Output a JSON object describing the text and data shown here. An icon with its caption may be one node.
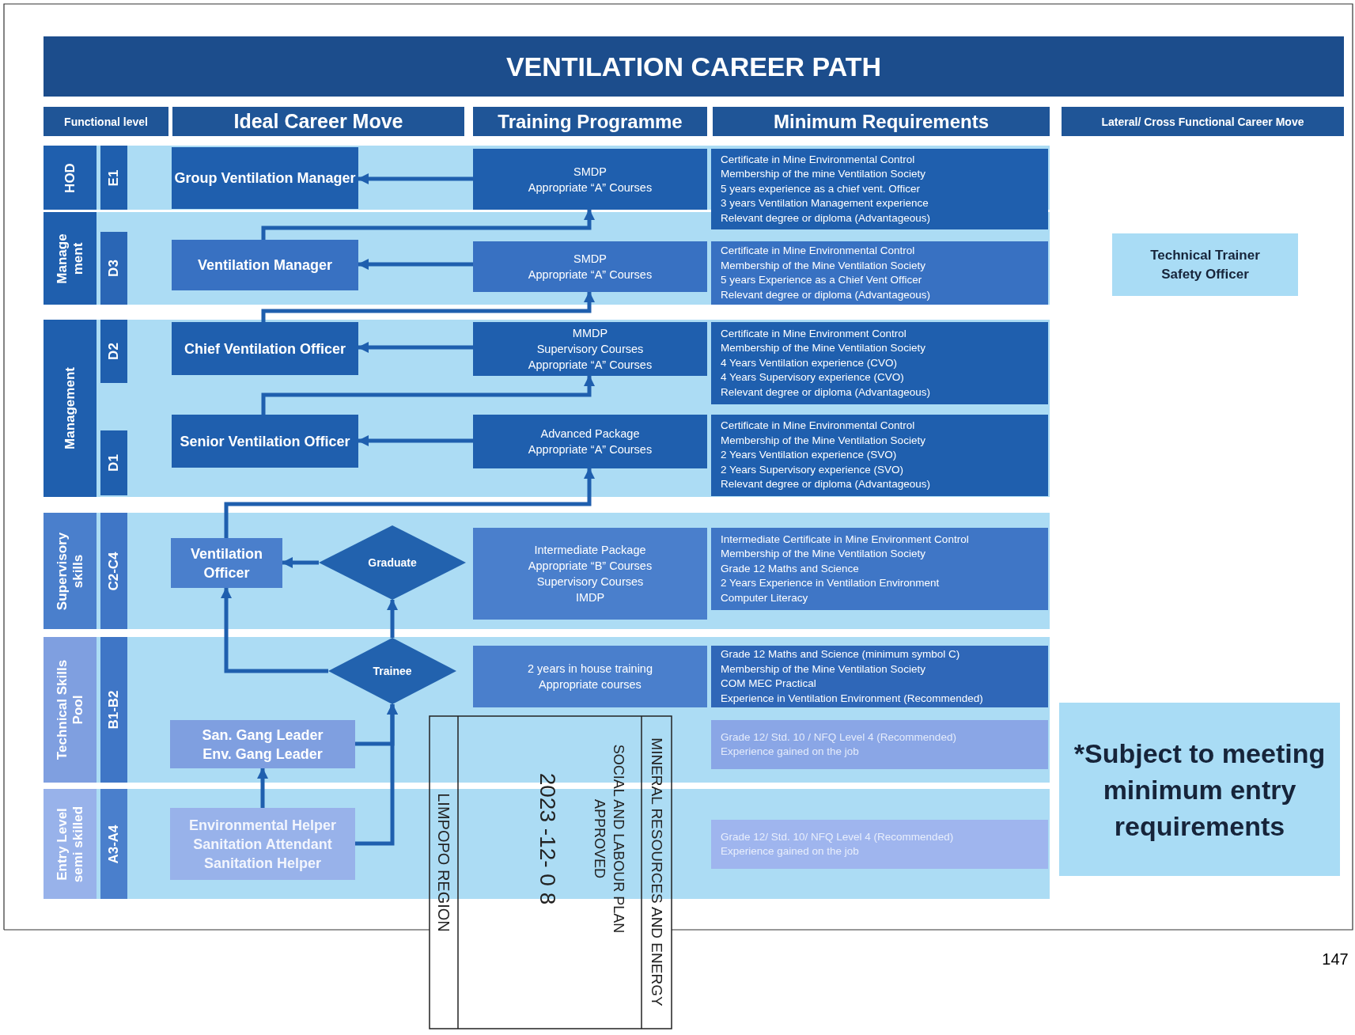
{
  "diagram": {
    "title": "VENTILATION CAREER PATH",
    "nodes": [
      {
        "text": [
          "Functional level"
        ]
      },
      {
        "text": [
          "Ideal Career Move"
        ]
      },
      {
        "text": [
          "Training Programme"
        ]
      },
      {
        "text": [
          "Minimum Requirements"
        ]
      },
      {
        "text": [
          "Lateral/ Cross Functional Career Move"
        ]
      },
      {
        "text": [
          "HOD"
        ]
      },
      {
        "text": [
          "E1"
        ]
      },
      {
        "text": [
          "Group Ventilation Manager"
        ]
      },
      {
        "text": [
          "SMDP",
          "Appropriate “A” Courses"
        ]
      },
      {
        "text": [
          "Certificate in Mine Environmental Control",
          "Membership of the mine Ventilation Society",
          "5 years experience as a chief vent. Officer",
          "3 years Ventilation Management experience",
          "Relevant degree or diploma (Advantageous)"
        ]
      },
      {
        "text": [
          "Manage ment"
        ]
      },
      {
        "text": [
          "D3"
        ]
      },
      {
        "text": [
          "Ventilation Manager"
        ]
      },
      {
        "text": [
          "SMDP",
          "Appropriate “A” Courses"
        ]
      },
      {
        "text": [
          "Certificate in Mine Environmental Control",
          "Membership of the Mine Ventilation Society",
          "5 years Experience as a Chief Vent Officer",
          "Relevant degree or diploma (Advantageous)"
        ]
      },
      {
        "text": [
          "Technical Trainer",
          "Safety Officer"
        ]
      },
      {
        "text": [
          "Management"
        ]
      },
      {
        "text": [
          "D2"
        ]
      },
      {
        "text": [
          "Chief Ventilation Officer"
        ]
      },
      {
        "text": [
          "MMDP",
          "Supervisory Courses",
          "Appropriate “A” Courses"
        ]
      },
      {
        "text": [
          "Certificate in Mine Environment Control",
          "Membership of the Mine Ventilation Society",
          "4 Years Ventilation experience (CVO)",
          "4 Years Supervisory experience (CVO)",
          "Relevant degree or diploma (Advantageous)"
        ]
      },
      {
        "text": [
          "D1"
        ]
      },
      {
        "text": [
          "Senior Ventilation Officer"
        ]
      },
      {
        "text": [
          "Advanced Package",
          "Appropriate “A” Courses"
        ]
      },
      {
        "text": [
          "Certificate in Mine Environmental Control",
          "Membership of the Mine Ventilation Society",
          "2 Years Ventilation experience (SVO)",
          "2 Years Supervisory experience (SVO)",
          "Relevant degree or diploma (Advantageous)"
        ]
      },
      {
        "text": [
          "Supervisory skills"
        ]
      },
      {
        "text": [
          "C2-C4"
        ]
      },
      {
        "text": [
          "Ventilation Officer"
        ]
      },
      {
        "text": [
          "Graduate"
        ]
      },
      {
        "text": [
          "Intermediate Package",
          "Appropriate “B” Courses",
          "Supervisory Courses",
          "IMDP"
        ]
      },
      {
        "text": [
          "Intermediate Certificate in Mine Environment Control",
          "Membership of the Mine Ventilation Society",
          "Grade 12 Maths and Science",
          "2 Years Experience in Ventilation Environment",
          "Computer Literacy"
        ]
      },
      {
        "text": [
          "Technical Skills Pool"
        ]
      },
      {
        "text": [
          "B1-B2"
        ]
      },
      {
        "text": [
          "Trainee"
        ]
      },
      {
        "text": [
          "2 years in house training",
          "Appropriate courses"
        ]
      },
      {
        "text": [
          "Grade 12 Maths and Science (minimum symbol C)",
          "Membership of the Mine Ventilation Society",
          "COM MEC Practical",
          "Experience in Ventilation Environment (Recommended)"
        ]
      },
      {
        "text": [
          "San. Gang Leader",
          "Env. Gang Leader"
        ]
      },
      {
        "text": [
          "Grade 12/ Std. 10 / NFQ Level 4 (Recommended)",
          "Experience gained on the job"
        ]
      },
      {
        "text": [
          "*Subject to meeting minimum entry requirements"
        ]
      },
      {
        "text": [
          "Entry Level semi skilled"
        ]
      },
      {
        "text": [
          "A3-A4"
        ]
      },
      {
        "text": [
          "Environmental Helper",
          "Sanitation Attendant",
          "Sanitation Helper"
        ]
      },
      {
        "text": [
          "Grade 12/ Std. 10/ NFQ Level 4 (Recommended)",
          "Experience gained on the job"
        ]
      }
    ],
    "edges": [
      {
        "from": 8,
        "to": 7,
        "arrow": "to"
      },
      {
        "from": 13,
        "to": 12,
        "arrow": "to"
      },
      {
        "from": 19,
        "to": 18,
        "arrow": "to"
      },
      {
        "from": 23,
        "to": 22,
        "arrow": "to"
      },
      {
        "from": 12,
        "to": 8,
        "arrow": "to"
      },
      {
        "from": 18,
        "to": 13,
        "arrow": "to"
      },
      {
        "from": 22,
        "to": 19,
        "arrow": "to"
      },
      {
        "from": 27,
        "to": 23,
        "arrow": "to"
      },
      {
        "from": 28,
        "to": 27,
        "arrow": "to"
      },
      {
        "from": 33,
        "to": 28,
        "arrow": "to"
      },
      {
        "from": 33,
        "to": 27,
        "arrow": "to"
      },
      {
        "from": 36,
        "to": 33,
        "arrow": "to"
      },
      {
        "from": 41,
        "to": 33,
        "arrow": "to"
      },
      {
        "from": 41,
        "to": 36,
        "arrow": "to"
      }
    ],
    "labels": [
      "MINERAL RESOURCES AND ENERGY",
      "SOCIAL AND LABOUR PLAN APPROVED",
      "2023 -12- 0 8",
      "LIMPOPO REGION",
      "147"
    ]
  }
}
